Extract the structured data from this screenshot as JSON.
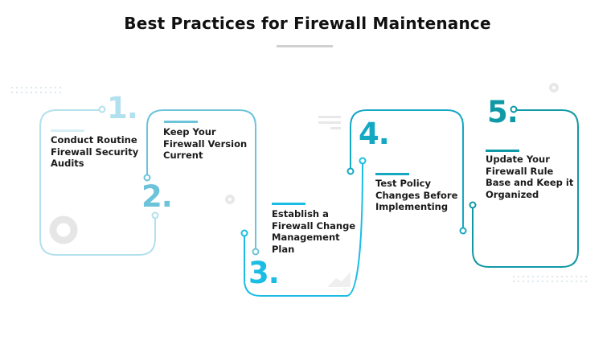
{
  "title": "Best Practices for Firewall Maintenance",
  "steps": [
    {
      "number": "1.",
      "text": "Conduct Routine Firewall Security Audits",
      "color": "#b3e0ee"
    },
    {
      "number": "2.",
      "text": "Keep Your Firewall Version Current",
      "color": "#6cc3da"
    },
    {
      "number": "3.",
      "text": "Establish a Firewall Change Management Plan",
      "color": "#1bbde5"
    },
    {
      "number": "4.",
      "text": "Test Policy Changes Before Implementing",
      "color": "#15a8c3"
    },
    {
      "number": "5.",
      "text": "Update Your Firewall Rule Base and Keep it Organized",
      "color": "#0f99a6"
    }
  ]
}
